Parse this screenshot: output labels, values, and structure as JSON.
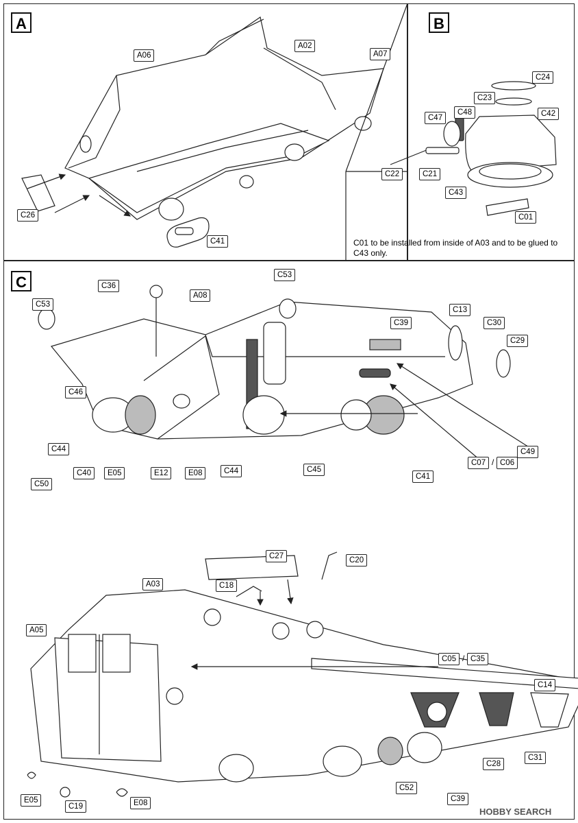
{
  "panels": {
    "a": {
      "label": "A"
    },
    "b": {
      "label": "B"
    },
    "c": {
      "label": "C"
    }
  },
  "parts_a": [
    "A06",
    "A02",
    "A07",
    "C26",
    "C41"
  ],
  "parts_b": [
    "C24",
    "C23",
    "C48",
    "C47",
    "C42",
    "C22",
    "C21",
    "C43",
    "C01"
  ],
  "note_b": "C01 to be installed from inside of A03 and to be glued to C43 only.",
  "parts_c_top": [
    "C36",
    "A08",
    "C53",
    "C53",
    "C13",
    "C39",
    "C30",
    "C29",
    "C46",
    "C44",
    "C50",
    "C40",
    "E05",
    "E12",
    "E08",
    "C44",
    "C45",
    "C41",
    "C07",
    "C06",
    "C49"
  ],
  "parts_c_bottom": [
    "C27",
    "C20",
    "A03",
    "C18",
    "A05",
    "C05",
    "C35",
    "C14",
    "C28",
    "C31",
    "C52",
    "C39",
    "E05",
    "C19",
    "E08"
  ],
  "separator": "/",
  "watermark": "HOBBY SEARCH",
  "colors": {
    "line": "#222222",
    "tone_light": "#bbbbbb",
    "tone_dark": "#555555"
  }
}
